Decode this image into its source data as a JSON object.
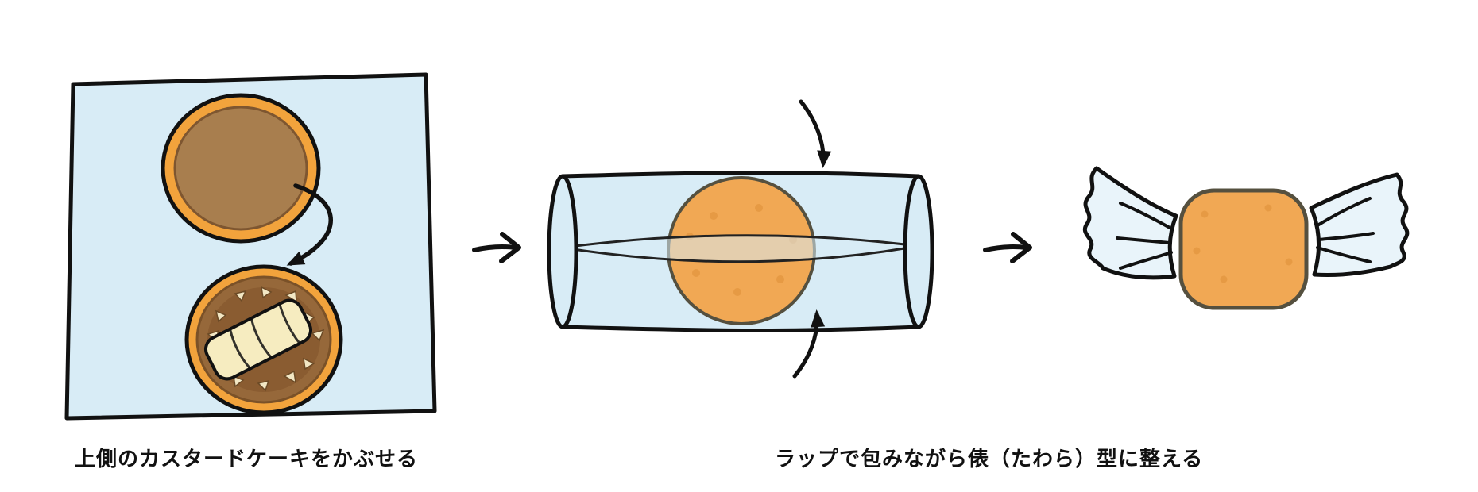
{
  "captions": {
    "step1": "上側のカスタードケーキをかぶせる",
    "step2": "ラップで包みながら俵（たわら）型に整える"
  },
  "colors": {
    "wrap_blue": "#d8ecf6",
    "wrap_blue_pale": "#e9f4fa",
    "outline_black": "#111111",
    "rim_orange": "#f2a33c",
    "cake_brown": "#a87e4e",
    "cake_brown_dark": "#96683a",
    "cake_core": "#8a5c31",
    "butter_cream": "#f6ecc0",
    "almond_cream": "#f2e7c4",
    "cake_orange": "#f1a854",
    "cake_dot_orange": "#e2953f",
    "cake_outline_gray": "#55503f"
  },
  "icons": {
    "flow_arrow_1": "right-arrow",
    "flow_arrow_2": "right-arrow",
    "place_arrow": "curved-down-arrow",
    "twist_arrow_top": "curved-down-arrow",
    "twist_arrow_bottom": "curved-up-arrow"
  }
}
